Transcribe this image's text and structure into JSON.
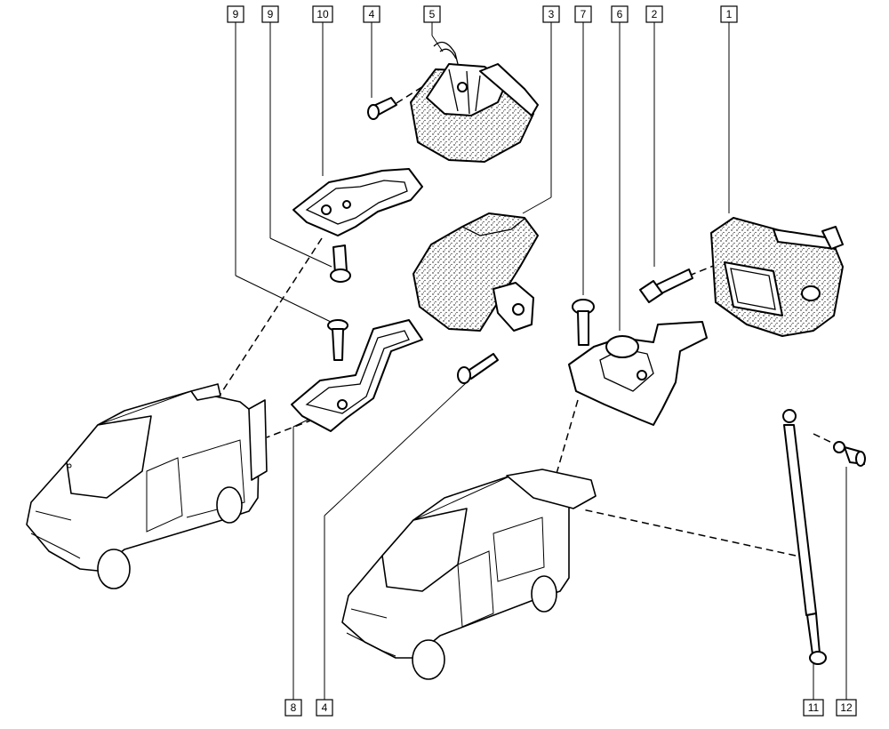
{
  "callouts": {
    "c9a": "9",
    "c9b": "9",
    "c10": "10",
    "c4top": "4",
    "c5": "5",
    "c3": "3",
    "c7": "7",
    "c6": "6",
    "c2": "2",
    "c1": "1",
    "c8": "8",
    "c4bottom": "4",
    "c11": "11",
    "c12": "12"
  }
}
